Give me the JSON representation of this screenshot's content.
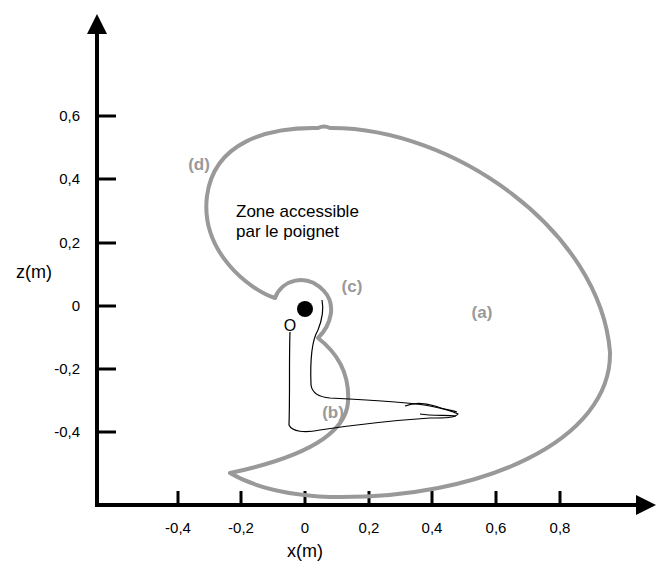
{
  "diagram": {
    "labels": [
      "0,6",
      "0,4",
      "0,2",
      "0",
      "-0,2",
      "-0,4",
      "z(m)",
      "(d)",
      "Zone accessible par le poignet",
      "(c)",
      "O",
      "(a)",
      "(b)",
      "-0,4",
      "-0,2",
      "0",
      "0,2",
      "0,4",
      "0,6",
      "0,8",
      "x(m)"
    ]
  }
}
